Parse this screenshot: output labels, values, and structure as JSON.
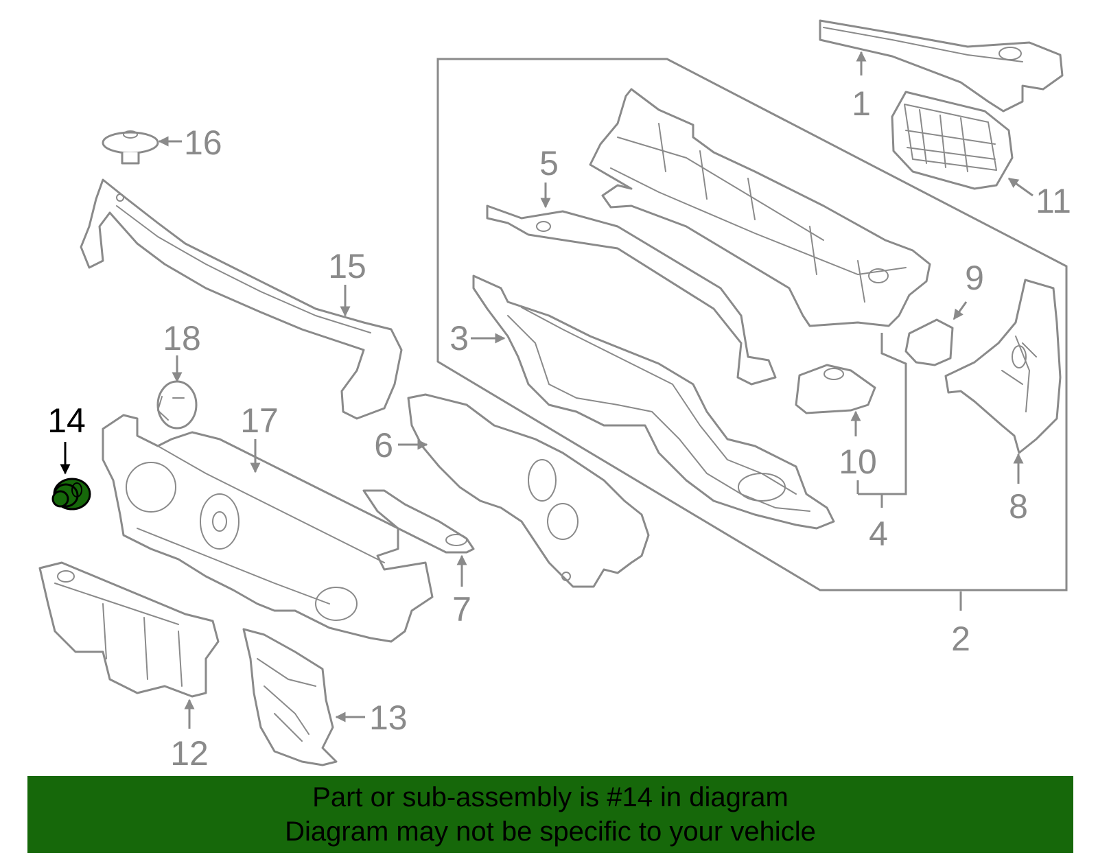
{
  "highlight_color": "#16680a",
  "line_color": "#8a8a8a",
  "highlighted_part": "14",
  "callouts": {
    "c1": "1",
    "c2": "2",
    "c3": "3",
    "c4": "4",
    "c5": "5",
    "c6": "6",
    "c7": "7",
    "c8": "8",
    "c9": "9",
    "c10": "10",
    "c11": "11",
    "c12": "12",
    "c13": "13",
    "c14": "14",
    "c15": "15",
    "c16": "16",
    "c17": "17",
    "c18": "18"
  },
  "banner": {
    "line1": "Part or sub-assembly is #14 in diagram",
    "line2": "Diagram may not be specific to your vehicle"
  }
}
